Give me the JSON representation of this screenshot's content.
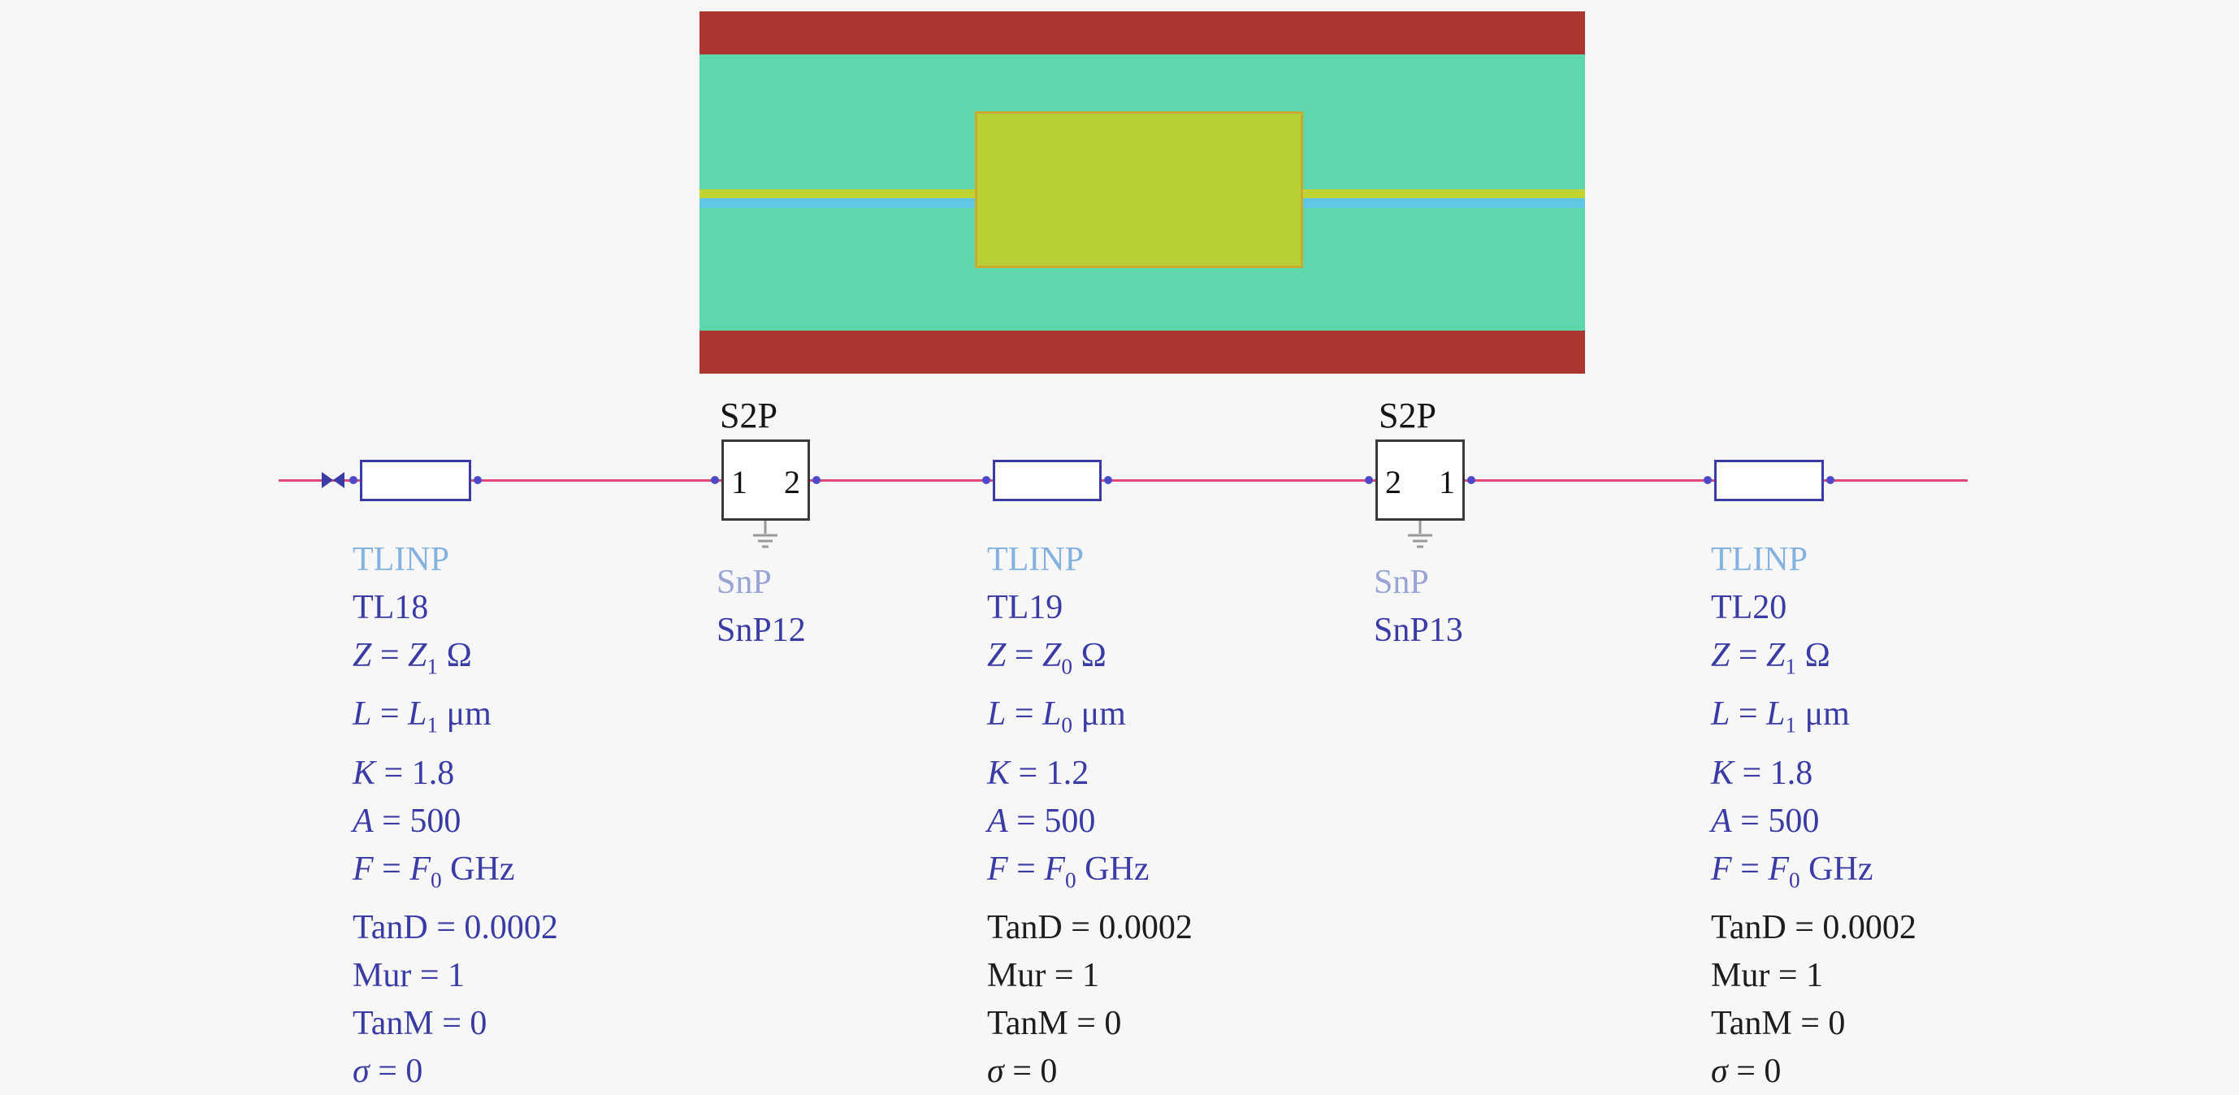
{
  "colors": {
    "canvas-bg": "#f7f7f7",
    "wire": "#e0487c",
    "node": "#4b49c8",
    "component-border": "#3b3ba6",
    "s2p-border": "#3a3a3a",
    "text-blue": "#3b3ba6",
    "text-lightblue": "#84b1de",
    "text-periwinkle": "#98a4d4",
    "text-black": "#1d1d1d",
    "ground": "#999999",
    "layout-red": "#ab3531",
    "layout-teal": "#5ed7ac",
    "patch-fill": "#b9cf36",
    "patch-border": "#c9aa2d",
    "trace-yellow": "#c2d433",
    "trace-cyan": "#5fc8e4"
  },
  "schematic": {
    "components": [
      {
        "type_label": "TLINP",
        "name_label": "TL18",
        "params": [
          {
            "color": "blue",
            "segs": [
              [
                "i",
                "Z"
              ],
              [
                "t",
                " = "
              ],
              [
                "i",
                "Z"
              ],
              [
                "s",
                "1"
              ],
              [
                "t",
                " Ω"
              ]
            ]
          },
          {
            "color": "blue",
            "segs": [
              [
                "i",
                "L"
              ],
              [
                "t",
                " = "
              ],
              [
                "i",
                "L"
              ],
              [
                "s",
                "1"
              ],
              [
                "t",
                " μm"
              ]
            ]
          },
          {
            "color": "blue",
            "segs": [
              [
                "i",
                "K"
              ],
              [
                "t",
                " = 1.8"
              ]
            ]
          },
          {
            "color": "blue",
            "segs": [
              [
                "i",
                "A"
              ],
              [
                "t",
                " = 500"
              ]
            ]
          },
          {
            "color": "blue",
            "segs": [
              [
                "i",
                "F"
              ],
              [
                "t",
                " = "
              ],
              [
                "i",
                "F"
              ],
              [
                "s",
                "0"
              ],
              [
                "t",
                " GHz"
              ]
            ]
          },
          {
            "color": "blue",
            "segs": [
              [
                "t",
                "TanD = 0.0002"
              ]
            ]
          },
          {
            "color": "blue",
            "segs": [
              [
                "t",
                "Mur = 1"
              ]
            ]
          },
          {
            "color": "blue",
            "segs": [
              [
                "t",
                "TanM = 0"
              ]
            ]
          },
          {
            "color": "blue",
            "segs": [
              [
                "i",
                "σ"
              ],
              [
                "t",
                " = 0"
              ]
            ]
          }
        ]
      },
      {
        "type_label": "TLINP",
        "name_label": "TL19",
        "params": [
          {
            "color": "blue",
            "segs": [
              [
                "i",
                "Z"
              ],
              [
                "t",
                " = "
              ],
              [
                "i",
                "Z"
              ],
              [
                "s",
                "0"
              ],
              [
                "t",
                " Ω"
              ]
            ]
          },
          {
            "color": "blue",
            "segs": [
              [
                "i",
                "L"
              ],
              [
                "t",
                " = "
              ],
              [
                "i",
                "L"
              ],
              [
                "s",
                "0"
              ],
              [
                "t",
                " μm"
              ]
            ]
          },
          {
            "color": "blue",
            "segs": [
              [
                "i",
                "K"
              ],
              [
                "t",
                " = 1.2"
              ]
            ]
          },
          {
            "color": "blue",
            "segs": [
              [
                "i",
                "A"
              ],
              [
                "t",
                " = 500"
              ]
            ]
          },
          {
            "color": "blue",
            "segs": [
              [
                "i",
                "F"
              ],
              [
                "t",
                " = "
              ],
              [
                "i",
                "F"
              ],
              [
                "s",
                "0"
              ],
              [
                "t",
                " GHz"
              ]
            ]
          },
          {
            "color": "black",
            "segs": [
              [
                "t",
                "TanD = 0.0002"
              ]
            ]
          },
          {
            "color": "black",
            "segs": [
              [
                "t",
                "Mur = 1"
              ]
            ]
          },
          {
            "color": "black",
            "segs": [
              [
                "t",
                "TanM = 0"
              ]
            ]
          },
          {
            "color": "black",
            "segs": [
              [
                "i",
                "σ"
              ],
              [
                "t",
                " = 0"
              ]
            ]
          }
        ]
      },
      {
        "type_label": "TLINP",
        "name_label": "TL20",
        "params": [
          {
            "color": "blue",
            "segs": [
              [
                "i",
                "Z"
              ],
              [
                "t",
                " = "
              ],
              [
                "i",
                "Z"
              ],
              [
                "s",
                "1"
              ],
              [
                "t",
                " Ω"
              ]
            ]
          },
          {
            "color": "blue",
            "segs": [
              [
                "i",
                "L"
              ],
              [
                "t",
                " = "
              ],
              [
                "i",
                "L"
              ],
              [
                "s",
                "1"
              ],
              [
                "t",
                " μm"
              ]
            ]
          },
          {
            "color": "blue",
            "segs": [
              [
                "i",
                "K"
              ],
              [
                "t",
                " = 1.8"
              ]
            ]
          },
          {
            "color": "blue",
            "segs": [
              [
                "i",
                "A"
              ],
              [
                "t",
                " = 500"
              ]
            ]
          },
          {
            "color": "blue",
            "segs": [
              [
                "i",
                "F"
              ],
              [
                "t",
                " = "
              ],
              [
                "i",
                "F"
              ],
              [
                "s",
                "0"
              ],
              [
                "t",
                " GHz"
              ]
            ]
          },
          {
            "color": "black",
            "segs": [
              [
                "t",
                "TanD = 0.0002"
              ]
            ]
          },
          {
            "color": "black",
            "segs": [
              [
                "t",
                "Mur = 1"
              ]
            ]
          },
          {
            "color": "black",
            "segs": [
              [
                "t",
                "TanM = 0"
              ]
            ]
          },
          {
            "color": "black",
            "segs": [
              [
                "i",
                "σ"
              ],
              [
                "t",
                " = 0"
              ]
            ]
          }
        ]
      }
    ],
    "s2p": [
      {
        "title": "S2P",
        "port_left": "1",
        "port_right": "2",
        "type_label": "SnP",
        "name_label": "SnP12"
      },
      {
        "title": "S2P",
        "port_left": "2",
        "port_right": "1",
        "type_label": "SnP",
        "name_label": "SnP13"
      }
    ]
  }
}
